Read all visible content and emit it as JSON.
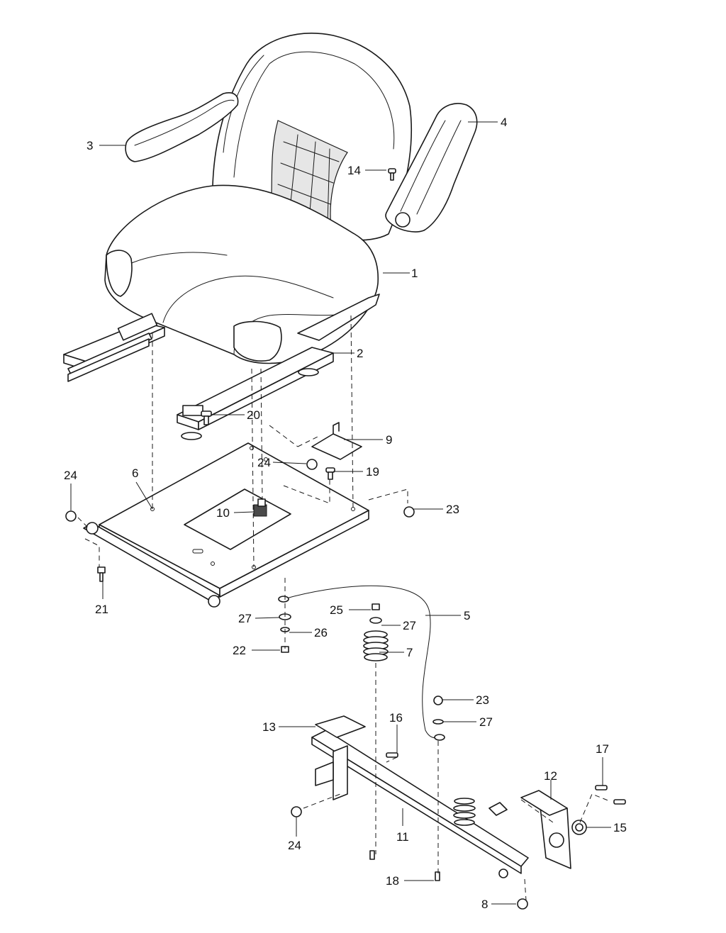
{
  "diagram": {
    "kind": "exploded-parts-view",
    "callouts": {
      "c1": "1",
      "c2": "2",
      "c3": "3",
      "c4": "4",
      "c5": "5",
      "c6": "6",
      "c7": "7",
      "c8": "8",
      "c9": "9",
      "c10": "10",
      "c11": "11",
      "c12": "12",
      "c13": "13",
      "c14": "14",
      "c15": "15",
      "c16": "16",
      "c17": "17",
      "c18": "18",
      "c19": "19",
      "c20": "20",
      "c21": "21",
      "c22": "22",
      "c23a": "23",
      "c23b": "23",
      "c24a": "24",
      "c24b": "24",
      "c24c": "24",
      "c25": "25",
      "c26": "26",
      "c27a": "27",
      "c27b": "27",
      "c27c": "27"
    }
  }
}
